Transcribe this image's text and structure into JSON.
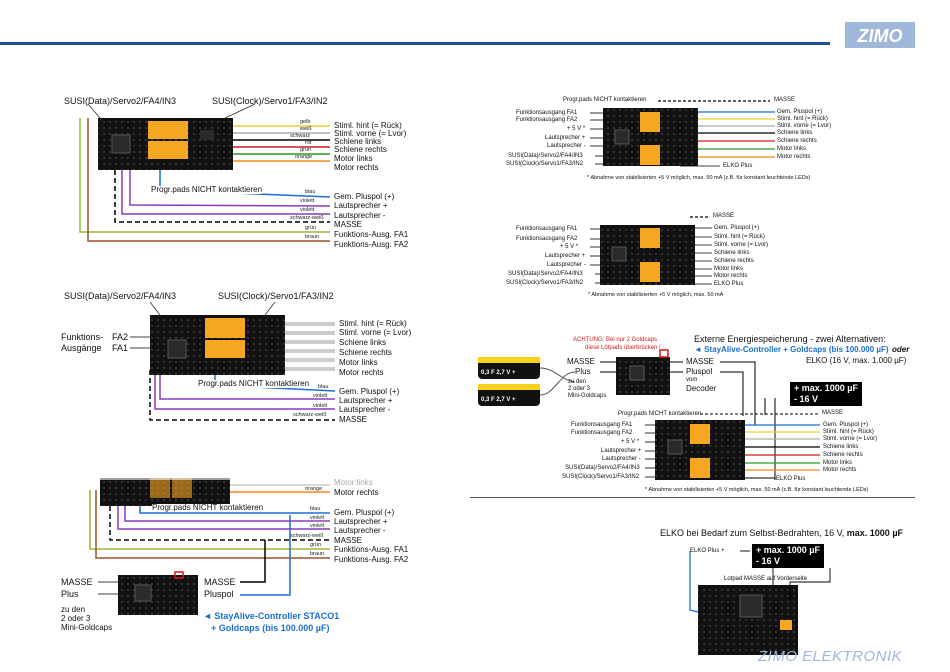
{
  "brand": {
    "logo_text": "ZIMO",
    "footer": "ZIMO ELEKTRONIK"
  },
  "d1": {
    "top_left": "SUSI(Data)/Servo2/FA4/IN3",
    "top_right": "SUSI(Clock)/Servo1/FA3/IN2",
    "progr": "Progr.pads NICHT kontaktieren",
    "wires": [
      {
        "color": "gelb",
        "label": "Stiml. hint (= Rück)"
      },
      {
        "color": "weiß",
        "label": "Stiml. vorne (= Lvor)"
      },
      {
        "color": "schwarz",
        "label": "Schiene links"
      },
      {
        "color": "rot",
        "label": "Schiene rechts"
      },
      {
        "color": "grün",
        "label": "Motor links"
      },
      {
        "color": "orange",
        "label": "Motor rechts"
      },
      {
        "color": "blau",
        "label": "Gem. Pluspol (+)"
      },
      {
        "color": "violett",
        "label": "Lautsprecher +"
      },
      {
        "color": "violett",
        "label": "Lautsprecher -"
      },
      {
        "color": "schwarz-weiß",
        "label": "MASSE"
      },
      {
        "color": "grün",
        "label": "Funktions-Ausg. FA1"
      },
      {
        "color": "braun",
        "label": "Funktions-Ausg. FA2"
      }
    ]
  },
  "d2": {
    "top_left": "SUSI(Data)/Servo2/FA4/IN3",
    "top_right": "SUSI(Clock)/Servo1/FA3/IN2",
    "left1": "Funktions-",
    "left2": "Ausgänge",
    "fa2": "FA2",
    "fa1": "FA1",
    "progr": "Progr.pads NICHT kontaktieren",
    "right": [
      "Stiml. hint (= Rück)",
      "Stiml. vorne (= Lvor)",
      "Schiene links",
      "Schiene rechts",
      "Motor links",
      "Motor rechts"
    ],
    "wires": [
      {
        "color": "blau",
        "label": "Gem. Pluspol (+)"
      },
      {
        "color": "violett",
        "label": "Lautsprecher +"
      },
      {
        "color": "violett",
        "label": "Lautsprecher -"
      },
      {
        "color": "schwarz-weiß",
        "label": "MASSE"
      }
    ]
  },
  "d3": {
    "motor_links": "Motor links",
    "orange": "orange",
    "motor_rechts": "Motor rechts",
    "progr": "Progr.pads NICHT kontaktieren",
    "wires": [
      {
        "color": "blau",
        "label": "Gem. Pluspol (+)"
      },
      {
        "color": "violett",
        "label": "Lautsprecher +"
      },
      {
        "color": "violett",
        "label": "Lautsprecher -"
      },
      {
        "color": "schwarz-weiß",
        "label": "MASSE"
      },
      {
        "color": "grün",
        "label": "Funktions-Ausg. FA1"
      },
      {
        "color": "braun",
        "label": "Funktions-Ausg. FA2"
      }
    ],
    "masse_l": "MASSE",
    "plus_l": "Plus",
    "goldcaps": [
      "zu den",
      "2 oder 3",
      "Mini-Goldcaps"
    ],
    "masse_r": "MASSE",
    "pluspol_r": "Pluspol",
    "staco1": "◄ StayAlive-Controller STACO1",
    "staco2": "+ Goldcaps (bis 100.000 µF)"
  },
  "d4": {
    "progr": "Progr.pads NICHT kontaktieren",
    "masse": "MASSE",
    "left": [
      "Funktionsausgang FA1",
      "Funktionsausgang FA2",
      "+ 5 V *",
      "Lautsprecher +",
      "Lautsprecher -",
      "SUSI(Data)/Servo2/FA4/IN3",
      "SUSI(Clock)/Servo1/FA3/IN2"
    ],
    "right": [
      "Gem. Pluspol (+)",
      "Stiml. hint (= Rück)",
      "Stiml. vorne (= Lvor)",
      "Schiene links",
      "Schiene rechts",
      "Motor links",
      "Motor rechts"
    ],
    "elko": "ELKO Plus",
    "note": "* Abnahme von stabilisierten +5 V möglich, max. 50 mA (z.B. für konstant leuchtende LEDs)"
  },
  "d5": {
    "masse": "MASSE",
    "left": [
      "Funktionsausgang FA1",
      "Funktionsausgang FA2",
      "+ 5 V *",
      "Lautsprecher +",
      "Lautsprecher -",
      "SUSI(Data)/Servo2/FA4/IN3",
      "SUSI(Clock)/Servo1/FA3/IN2"
    ],
    "right": [
      "Gem. Pluspol (+)",
      "Stiml. hint (= Rück)",
      "Stiml. vorne (= Lvor)",
      "Schiene links",
      "Schiene rechts",
      "Motor links",
      "Motor rechts",
      "ELKO Plus"
    ],
    "note": "* Abnahme von stabilisierten +5 V möglich, max. 50 mA"
  },
  "d6": {
    "achtung1": "ACHTUNG: Bei nur 2 Goldcaps",
    "achtung2": "diese Lötpads überbrücken !",
    "title1": "Externe Energiespeicherung - zwei Alternativen:",
    "title2": "◄ StayAlive-Controller + Goldcaps (bis 100.000 µF)",
    "oder": "oder",
    "elko_title": "ELKO (16 V, max. 1.000 µF)",
    "cap_text": "0,3 F    2,7 V +",
    "masse_l": "MASSE",
    "plus_l": "Plus",
    "goldcaps": [
      "zu den",
      "2 oder 3",
      "Mini-Goldcaps"
    ],
    "masse_r": "MASSE",
    "pluspol_r": "Pluspol",
    "vom": "vom",
    "decoder": "Decoder",
    "elko_box1": "+ max. 1000 µF",
    "elko_box2": "- 16 V",
    "progr": "Progr.pads NICHT kontaktieren",
    "masse": "MASSE",
    "left": [
      "Funktionsausgang FA1",
      "Funktionsausgang FA2",
      "+ 5 V *",
      "Lautsprecher +",
      "Lautsprecher -",
      "SUSI(Data)/Servo2/FA4/IN3",
      "SUSI(Clock)/Servo1/FA3/IN2"
    ],
    "right": [
      "Gem. Pluspol (+)",
      "Stiml. hint (= Rück)",
      "Stiml. vorne (= Lvor)",
      "Schiene links",
      "Schiene rechts",
      "Motor links",
      "Motor rechts"
    ],
    "elko_plus": "ELKO Plus",
    "note": "* Abnahme von stabilisierten +5 V möglich, max. 50 mA (z.B. für konstant leuchtende LEDs)"
  },
  "d7": {
    "title_a": "ELKO bei Bedarf zum Selbst-Bedrahten, 16 V, ",
    "title_b": "max. 1000 µF",
    "elko_plus": "ELKO Plus +",
    "box1": "+ max. 1000 µF",
    "box2": "- 16 V",
    "lotpad": "Lotpad MASSE auf Vorderseite"
  }
}
